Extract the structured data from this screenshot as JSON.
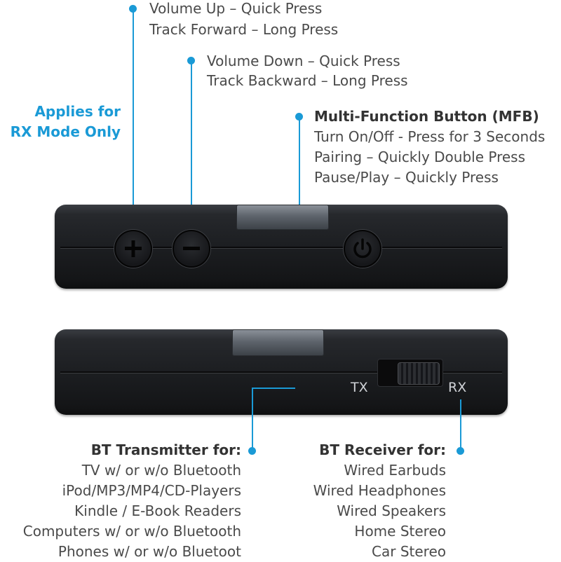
{
  "top_labels": {
    "volume_up_line1": "Volume Up – Quick Press",
    "volume_up_line2": "Track Forward – Long Press",
    "volume_down_line1": "Volume Down – Quick Press",
    "volume_down_line2": "Track Backward – Long Press",
    "applies_line1": "Applies for",
    "applies_line2": "RX Mode Only",
    "mfb_title": "Multi-Function Button (MFB)",
    "mfb_line1": "Turn On/Off - Press for 3 Seconds",
    "mfb_line2": "Pairing – Quickly Double Press",
    "mfb_line3": "Pause/Play – Quickly Press"
  },
  "switch_labels": {
    "tx": "TX",
    "rx": "RX"
  },
  "transmitter": {
    "title": "BT Transmitter for:",
    "items": [
      "TV w/ or w/o Bluetooth",
      "iPod/MP3/MP4/CD-Players",
      "Kindle / E-Book Readers",
      "Computers w/ or w/o Bluetooth",
      "Phones w/ or w/o Bluetoot"
    ]
  },
  "receiver": {
    "title": "BT Receiver for:",
    "items": [
      "Wired Earbuds",
      "Wired Headphones",
      "Wired Speakers",
      "Home Stereo",
      "Car Stereo"
    ]
  },
  "colors": {
    "accent": "#1a9ad6",
    "device": "#1c1e21"
  },
  "icons": [
    "plus-icon",
    "minus-icon",
    "power-icon"
  ]
}
